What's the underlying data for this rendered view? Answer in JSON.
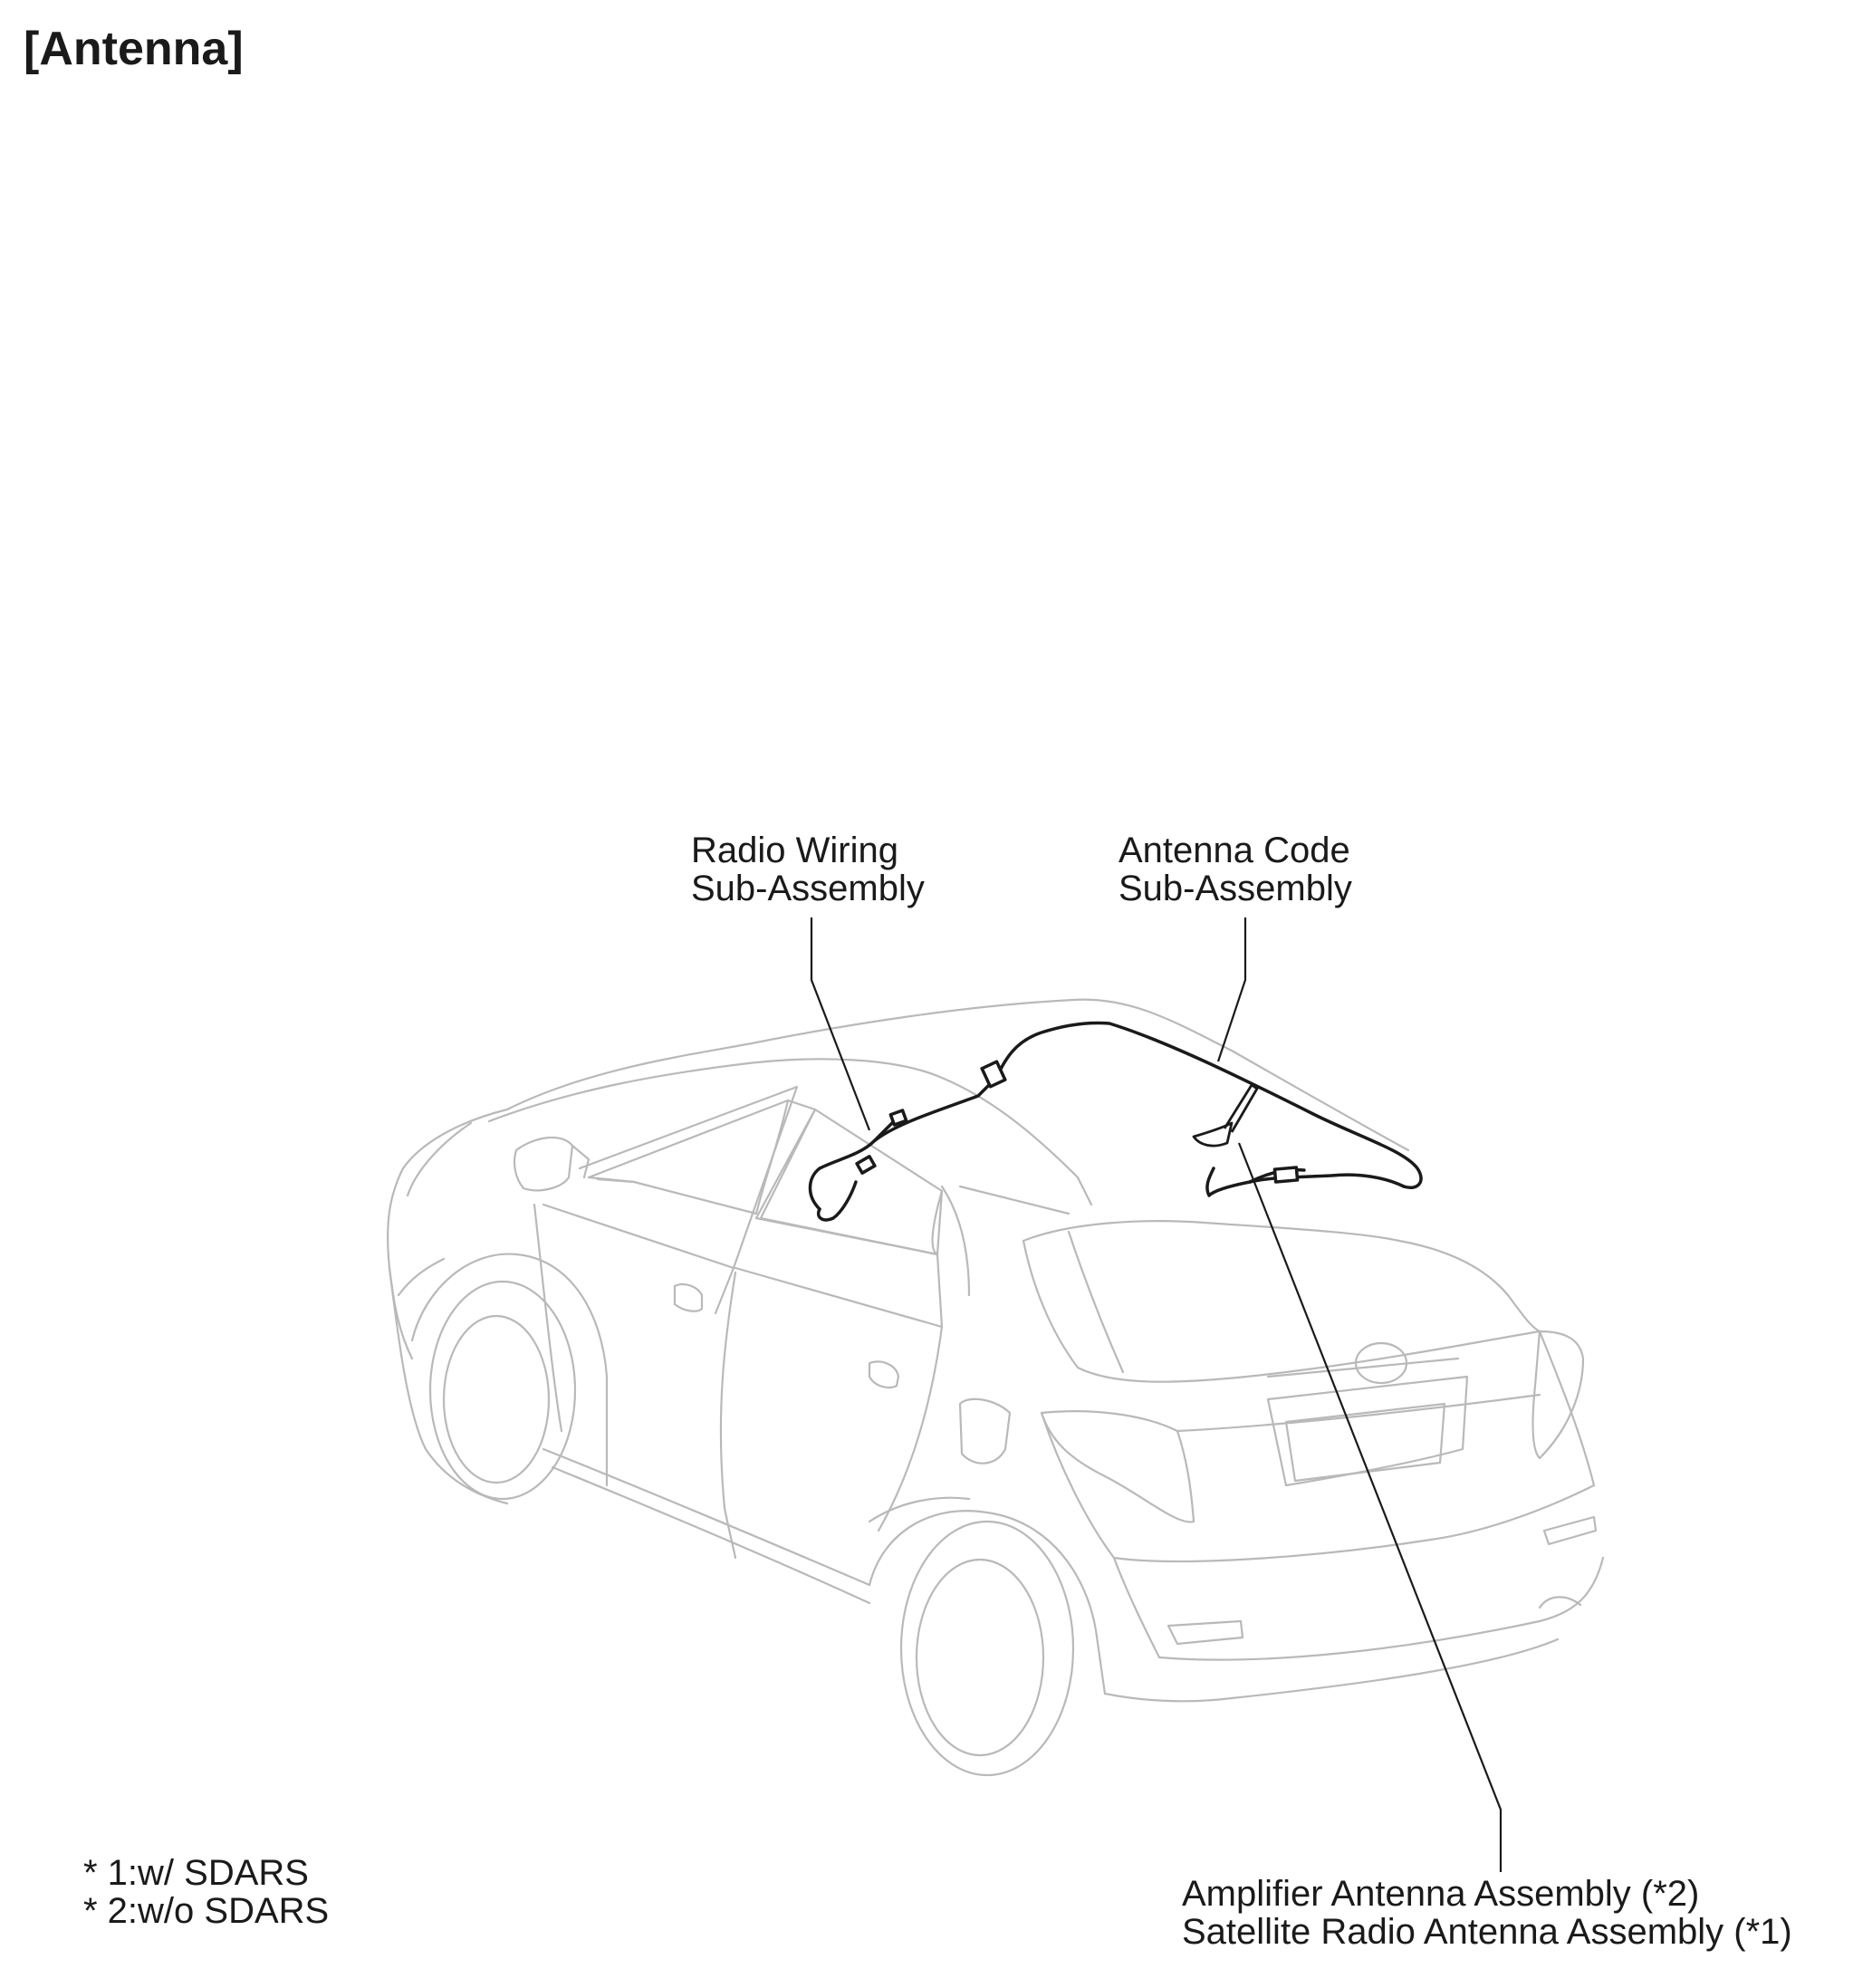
{
  "title": "[Antenna]",
  "callouts": {
    "radio_wiring": [
      "Radio Wiring",
      "Sub-Assembly"
    ],
    "antenna_code": [
      "Antenna Code",
      "Sub-Assembly"
    ],
    "amplifier": [
      "Amplifier Antenna Assembly (*2)",
      "Satellite Radio Antenna Assembly (*1)"
    ]
  },
  "footnotes": [
    "* 1:w/ SDARS",
    "* 2:w/o SDARS"
  ],
  "colors": {
    "car_line": "#b9b9b9",
    "cable": "#1a1a1a",
    "leader": "#1a1a1a"
  }
}
